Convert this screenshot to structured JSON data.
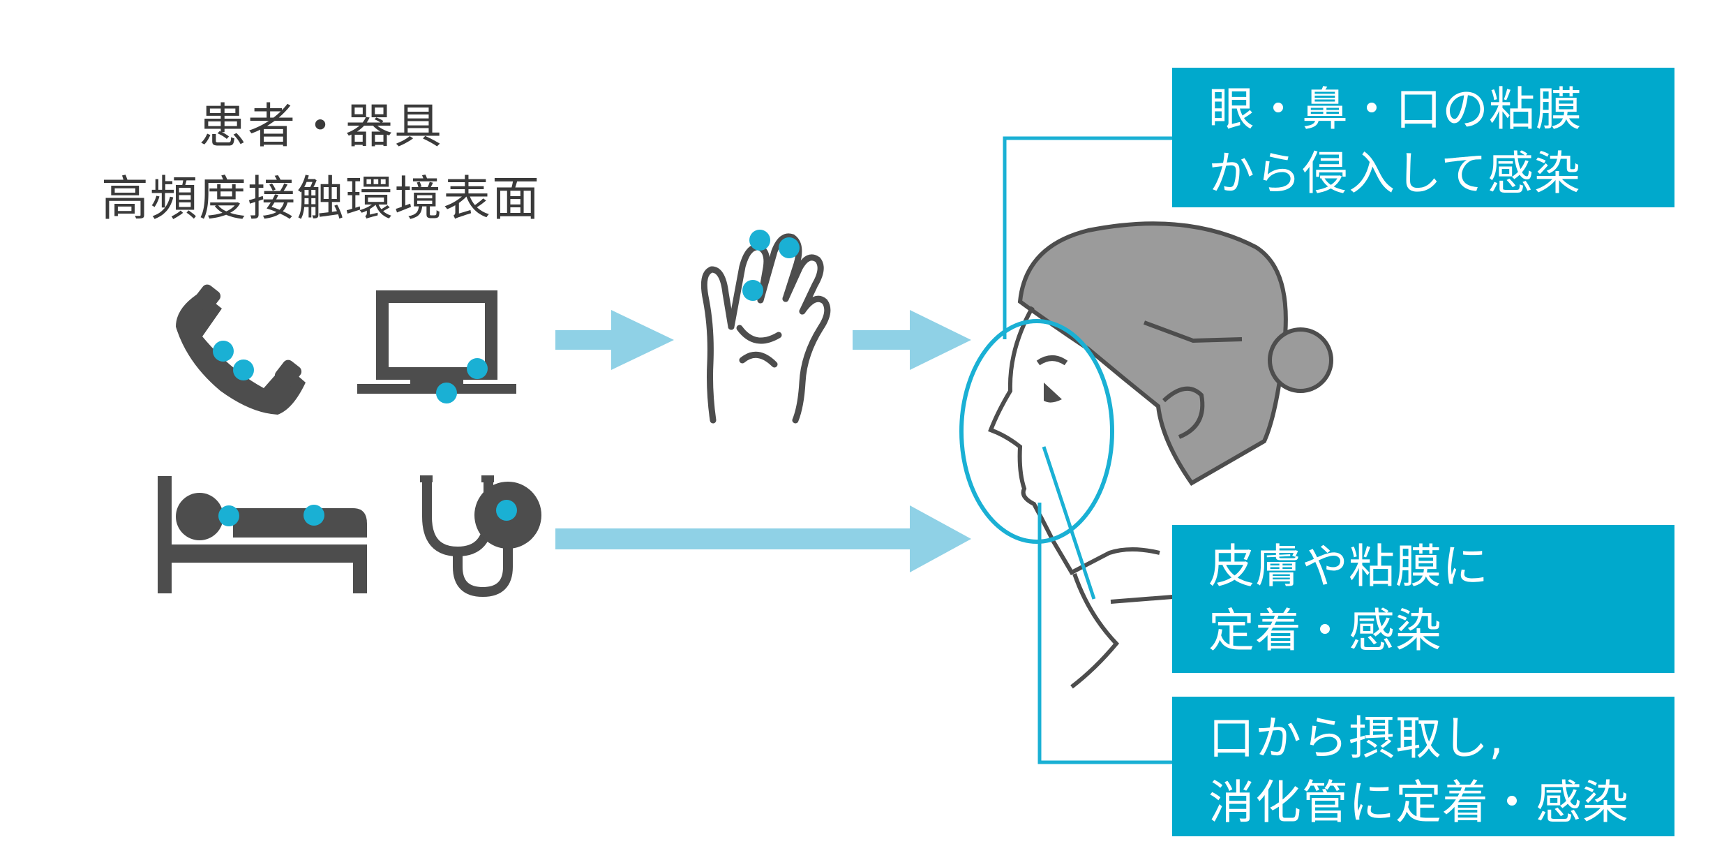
{
  "source": {
    "line1": "患者・器具",
    "line2": "高頻度接触環境表面"
  },
  "source_items": [
    {
      "icon": "phone-icon"
    },
    {
      "icon": "laptop-icon"
    },
    {
      "icon": "bed-icon"
    },
    {
      "icon": "stethoscope-icon"
    }
  ],
  "infection_routes": [
    {
      "line1": "眼・鼻・口の粘膜",
      "line2": "から侵入して感染"
    },
    {
      "line1": "皮膚や粘膜に",
      "line2": "定着・感染"
    },
    {
      "line1": "口から摂取し,",
      "line2": "消化管に定着・感染"
    }
  ],
  "colors": {
    "accent": "#00a9cc",
    "arrow": "#8fd1e6",
    "icon": "#4d4d4d",
    "hair": "#9b9b9b"
  }
}
